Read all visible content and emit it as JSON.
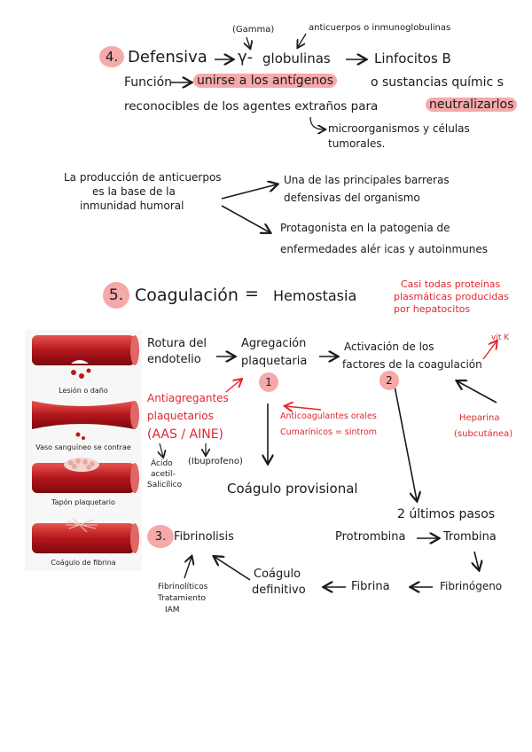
{
  "sec4": {
    "number": "4.",
    "gamma": "(Gamma)",
    "anticuerpos": "anticuerpos o inmunoglobulinas",
    "defensiva": "Defensiva",
    "gamma_symbol": "γ-",
    "globulinas": "globulinas",
    "linfocitos": "Linfocitos B",
    "funcion": "Función",
    "unirse": "unirse a los antígenos",
    "sustancias": "o sustancias químic s",
    "line3": "reconocibles de los agentes extraños para",
    "neutralizarlos": "neutralizarlos",
    "micro": "microorganismos y células",
    "tumorales": "tumorales."
  },
  "produccion": {
    "l1": "La producción de anticuerpos",
    "l2": "es la base de la",
    "l3": "inmunidad humoral",
    "b1a": "Una de las principales barreras",
    "b1b": "defensivas del organismo",
    "b2a": "Protagonista en la patogenia de",
    "b2b": "enfermedades alér icas y autoinmunes"
  },
  "sec5": {
    "number": "5.",
    "coagulacion": "Coagulación",
    "equals": "=",
    "hemostasia": "Hemostasia",
    "casi1": "Casi todas proteínas",
    "casi2": "plasmáticas producidas",
    "casi3": "por hepatocitos",
    "rotura1": "Rotura del",
    "rotura2": "endotelio",
    "agreg1": "Agregación",
    "agreg2": "plaquetaria",
    "num1": "1",
    "activ1": "Activación de los",
    "activ2": "factores de la coagulación",
    "num2": "2",
    "vitk": "vit K",
    "anti1": "Antiagregantes",
    "anti2": "plaquetarios",
    "aas": "(AAS / AINE)",
    "acido1": "Ácido",
    "acido2": "acetil-",
    "acido3": "Salicílico",
    "ibu": "(Ibuprofeno)",
    "antic1": "Anticoagulantes orales",
    "antic2": "Cumarínicos = sintrom",
    "heparina1": "Heparina",
    "heparina2": "(subcutánea)",
    "provisional": "Coágulo provisional",
    "ultimos": "2 últimos pasos",
    "num3": "3.",
    "fibrinolisis": "Fibrinolisis",
    "protrombina": "Protrombina",
    "trombina": "Trombina",
    "coag_def1": "Coágulo",
    "coag_def2": "definitivo",
    "fibrina": "Fibrina",
    "fibrinogeno": "Fibrinógeno",
    "fibrino1": "Fibrinolíticos",
    "fibrino2": "Tratamiento",
    "fibrino3": "IAM"
  },
  "figure": {
    "cap1": "Lesión o daño",
    "cap2": "Vaso sanguíneo se contrae",
    "cap3": "Tapón plaquetario",
    "cap4": "Coágulo de fibrina"
  }
}
